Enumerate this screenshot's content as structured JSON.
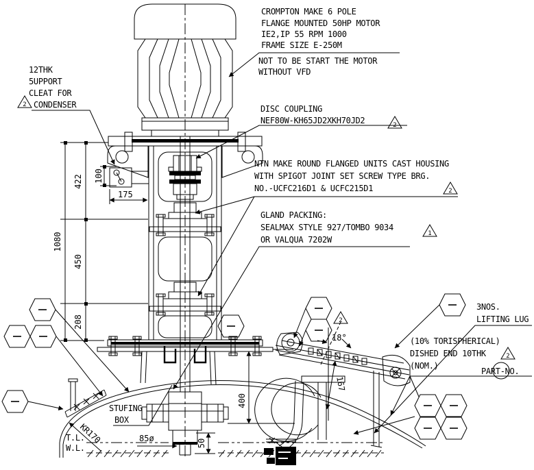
{
  "notes": {
    "motor": [
      "CROMPTON MAKE 6 POLE",
      "FLANGE MOUNTED 50HP MOTOR",
      "IE2,IP 55 RPM 1000",
      "FRAME SIZE E-250M"
    ],
    "motor_warning": [
      "NOT TO BE START THE MOTOR",
      "WITHOUT VFD"
    ],
    "support_cleat": [
      "12THK",
      "5UPPORT",
      "CLEAT FOR",
      "CONDENSER"
    ],
    "disc_coupling": [
      "DISC COUPLING",
      "NEF80W-KH65JD2XKH70JD2"
    ],
    "bearing": [
      "NTN MAKE ROUND FLANGED UNITS CAST HOUSING",
      "WITH SPIGOT JOINT SET SCREW TYPE BRG.",
      "NO.-UCFC216D1 & UCFC215D1"
    ],
    "gland_packing": [
      "GLAND PACKING:",
      "SEALMAX STYLE 927/TOMBO 9034",
      "OR VALQUA 7202W"
    ],
    "lifting_lug": [
      "3NOS.",
      "LIFTING LUG"
    ],
    "dished_end": [
      "(10% TORISPHERICAL)",
      "DISHED END 10THK",
      "(NOM.)"
    ],
    "part_no": "PART-NO.",
    "stuffing_box": [
      "STUFING",
      "BOX"
    ],
    "tangent_line": "T.L.",
    "water_line": "W.L.",
    "knuckle_radius": "KR170"
  },
  "dimensions": {
    "overall_height": "1080",
    "seg_top": "422",
    "seg_mid": "450",
    "seg_bot": "208",
    "cleat_height": "100",
    "cleat_offset": "175",
    "depth_below_plate": "400",
    "shaft_projection": "50",
    "shaft_dia": "85ø",
    "lug_slant": "167",
    "lug_angle": "18°"
  },
  "revision_flags": {
    "support_cleat": "2",
    "disc_coupling": "2",
    "bearing": "2",
    "gland_packing": "1",
    "lug_angle": "2",
    "dished_end": "2"
  },
  "colors": {
    "ink": "#000000",
    "paper": "#ffffff"
  }
}
